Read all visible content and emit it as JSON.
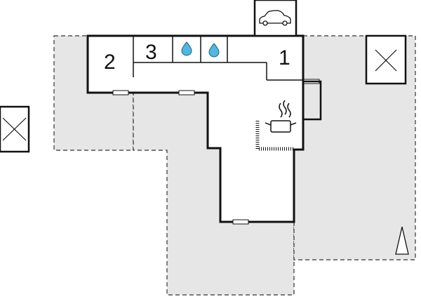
{
  "floor_plan": {
    "rooms": [
      {
        "number": "1"
      },
      {
        "number": "2"
      },
      {
        "number": "3"
      }
    ],
    "icons": [
      "car-icon",
      "water-drop-icon",
      "water-drop-icon",
      "cooking-pot-icon",
      "north-arrow-icon",
      "crossed-box-icon",
      "crossed-box-icon"
    ],
    "colors": {
      "outdoor_area": "#e6e6e6",
      "walls": "#111111",
      "water_drop": "#4fb8e0",
      "background": "#ffffff"
    }
  }
}
